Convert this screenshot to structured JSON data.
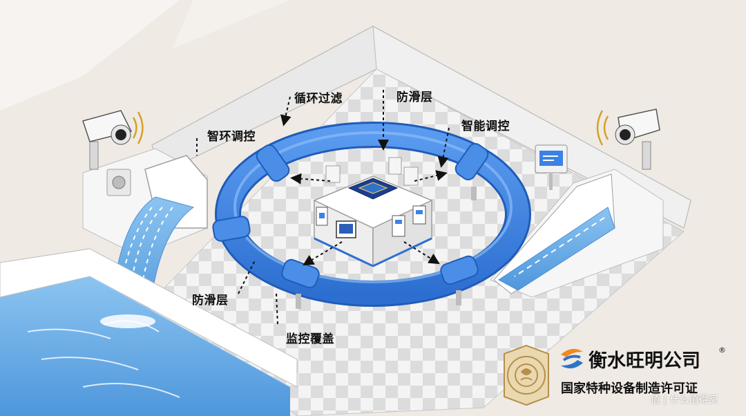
{
  "colors": {
    "background": "#efeae4",
    "pipe_blue": "#3b82e6",
    "water_blue": "#6fb2ea",
    "wall_white": "#f7f7f7",
    "seal_gold": "#c9a766",
    "logo_blue": "#2f72c9",
    "logo_orange": "#f0891f"
  },
  "labels": {
    "circulation_filter": "循环过滤",
    "anti_slip_top": "防滑层",
    "smart_env_control": "智环调控",
    "smart_control": "智能调控",
    "anti_slip_left": "防滑层",
    "monitor_coverage": "监控覆盖"
  },
  "company": {
    "name": "衡水旺明公司",
    "registered_mark": "®",
    "subtitle": "国家特种设备制造许可证"
  },
  "watermark": "值 | 什么值得买",
  "icons": {
    "left_camera": "security-camera-icon",
    "right_camera": "security-camera-icon",
    "chip": "processor-chip-icon",
    "seal": "certificate-seal-icon",
    "logo": "company-logo-icon"
  }
}
